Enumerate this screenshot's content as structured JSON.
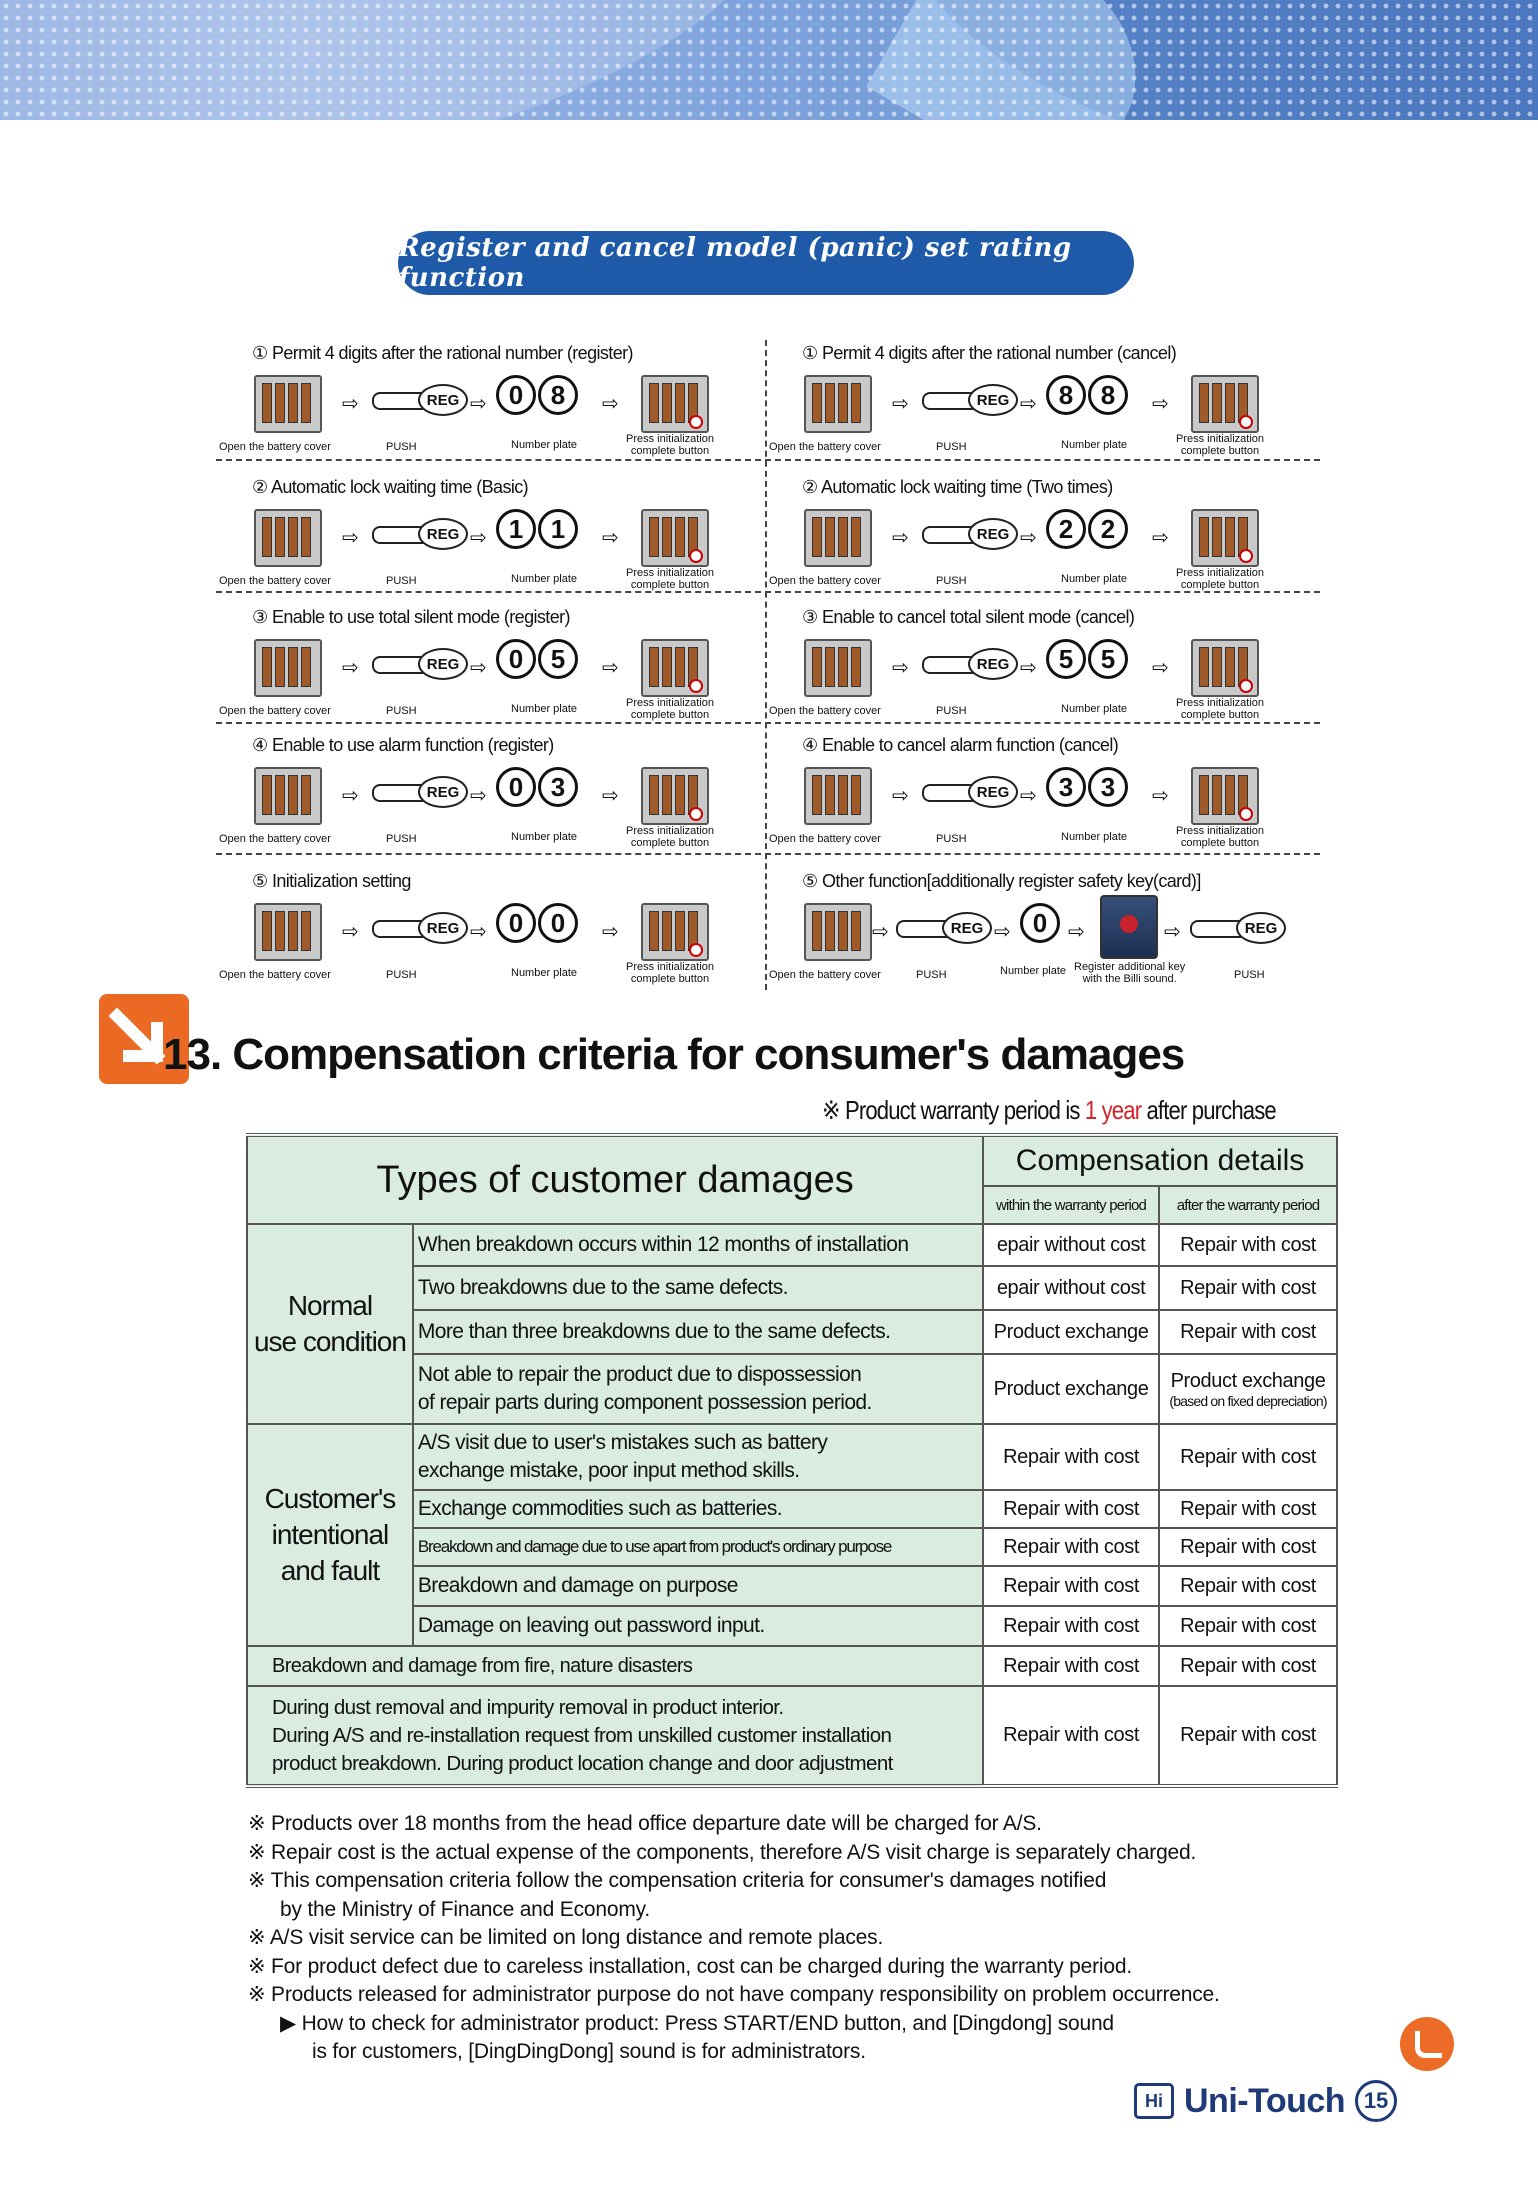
{
  "banner_title": "Register and cancel model (panic) set rating function",
  "step_labels": {
    "reg": "REG",
    "open_cover": "Open the battery cover",
    "push": "PUSH",
    "number_plate": "Number plate",
    "press_init_1": "Press initialization",
    "press_init_2": "complete button",
    "register_key_1": "Register additional key",
    "register_key_2": "with the Billi sound."
  },
  "steps": {
    "s1l": {
      "title": "① Permit 4 digits after the rational number (register)",
      "d1": "0",
      "d2": "8"
    },
    "s1r": {
      "title": "① Permit 4 digits after the rational number (cancel)",
      "d1": "8",
      "d2": "8"
    },
    "s2l": {
      "title": "② Automatic lock waiting time (Basic)",
      "d1": "1",
      "d2": "1"
    },
    "s2r": {
      "title": "② Automatic lock waiting time (Two times)",
      "d1": "2",
      "d2": "2"
    },
    "s3l": {
      "title": "③ Enable to use total silent mode (register)",
      "d1": "0",
      "d2": "5"
    },
    "s3r": {
      "title": "③ Enable to cancel total silent mode (cancel)",
      "d1": "5",
      "d2": "5"
    },
    "s4l": {
      "title": "④ Enable to use alarm function (register)",
      "d1": "0",
      "d2": "3"
    },
    "s4r": {
      "title": "④ Enable to cancel alarm function (cancel)",
      "d1": "3",
      "d2": "3"
    },
    "s5l": {
      "title": "⑤ Initialization setting",
      "d1": "0",
      "d2": "0"
    },
    "s5r": {
      "title": "⑤ Other function[additionally register safety key(card)]",
      "d1": "0"
    }
  },
  "section": {
    "title": "13. Compensation criteria for consumer's damages",
    "warranty_pre": "※ Product warranty period is ",
    "warranty_val": "1 year",
    "warranty_post": " after purchase"
  },
  "table": {
    "header_types": "Types of customer damages",
    "header_comp": "Compensation details",
    "header_within": "within the warranty period",
    "header_after": "after the warranty period",
    "cat_normal_1": "Normal",
    "cat_normal_2": "use condition",
    "cat_fault_1": "Customer's",
    "cat_fault_2": "intentional",
    "cat_fault_3": "and fault",
    "rows": [
      {
        "desc": "When breakdown occurs within 12 months of installation",
        "within": "epair without cost",
        "after": "Repair with cost"
      },
      {
        "desc": "Two breakdowns due to the same defects.",
        "within": "epair without cost",
        "after": "Repair with cost"
      },
      {
        "desc": "More than three breakdowns due to the same defects.",
        "within": "Product exchange",
        "after": "Repair with cost"
      },
      {
        "desc1": "Not able to repair the product due to dispossession",
        "desc2": "of repair parts during component possession period.",
        "within": "Product exchange",
        "after": "Product exchange",
        "after_note": "(based on fixed depreciation)"
      },
      {
        "desc1": "A/S visit due to user's mistakes such as battery",
        "desc2": "exchange mistake, poor input method skills.",
        "within": "Repair with cost",
        "after": "Repair with cost"
      },
      {
        "desc": "Exchange commodities such as batteries.",
        "within": "Repair with cost",
        "after": "Repair with cost"
      },
      {
        "desc": "Breakdown and damage due to use apart from product's ordinary purpose",
        "within": "Repair with cost",
        "after": "Repair with cost"
      },
      {
        "desc": "Breakdown and damage on purpose",
        "within": "Repair with cost",
        "after": "Repair with cost"
      },
      {
        "desc": "Damage on leaving out password input.",
        "within": "Repair with cost",
        "after": "Repair with cost"
      },
      {
        "desc": "Breakdown and damage from fire, nature disasters",
        "within": "Repair with cost",
        "after": "Repair with cost"
      },
      {
        "desc1": "During dust removal and impurity removal in product interior.",
        "desc2": "During A/S and re-installation request from unskilled customer installation",
        "desc3": "product breakdown. During product location change and door adjustment",
        "within": "Repair with cost",
        "after": "Repair with cost"
      }
    ]
  },
  "notes": [
    "※ Products over 18 months from the head office departure date will be charged for A/S.",
    "※ Repair cost is the actual expense of the components, therefore A/S visit charge is separately charged.",
    "※ This compensation criteria follow the compensation criteria for consumer's damages notified",
    "by the Ministry of Finance and Economy.",
    "※ A/S visit service can be limited on long distance and remote places.",
    "※ For product defect due to careless installation, cost can be charged during the warranty period.",
    "※ Products released for administrator purpose do not have company responsibility on problem occurrence.",
    "▶ How to check for administrator product: Press START/END button, and [Dingdong] sound",
    "is for customers, [DingDingDong] sound is for administrators."
  ],
  "footer": {
    "mark": "Hi",
    "brand": "Uni-Touch",
    "page": "15"
  },
  "colors": {
    "accent_blue": "#1e5aa8",
    "accent_orange": "#ea6a24",
    "warranty_red": "#d5212b",
    "table_green": "#d9ecdf"
  }
}
